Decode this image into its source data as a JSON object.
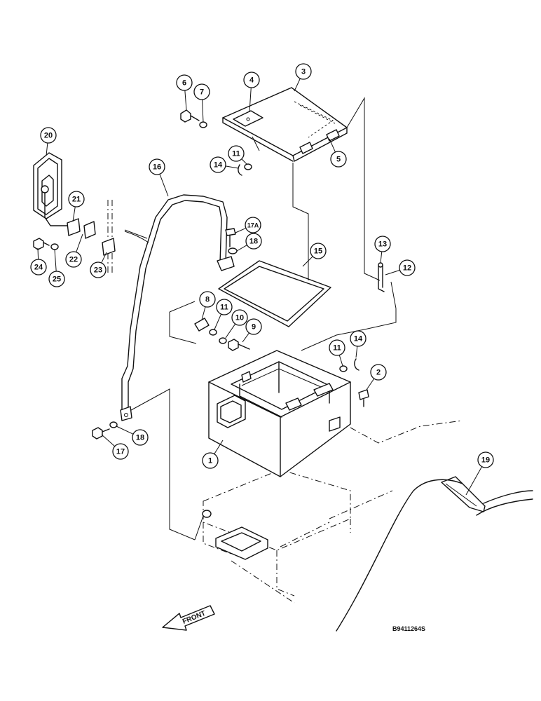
{
  "drawing_code": "B9411264S",
  "front_label": "FRONT",
  "callouts": [
    {
      "id": "c1",
      "label": "1"
    },
    {
      "id": "c2",
      "label": "2"
    },
    {
      "id": "c3",
      "label": "3"
    },
    {
      "id": "c4",
      "label": "4"
    },
    {
      "id": "c5",
      "label": "5"
    },
    {
      "id": "c6",
      "label": "6"
    },
    {
      "id": "c7",
      "label": "7"
    },
    {
      "id": "c8",
      "label": "8"
    },
    {
      "id": "c9",
      "label": "9"
    },
    {
      "id": "c10",
      "label": "10"
    },
    {
      "id": "c11a",
      "label": "11"
    },
    {
      "id": "c11b",
      "label": "11"
    },
    {
      "id": "c11c",
      "label": "11"
    },
    {
      "id": "c12",
      "label": "12"
    },
    {
      "id": "c13",
      "label": "13"
    },
    {
      "id": "c14a",
      "label": "14"
    },
    {
      "id": "c14b",
      "label": "14"
    },
    {
      "id": "c15",
      "label": "15"
    },
    {
      "id": "c16",
      "label": "16"
    },
    {
      "id": "c17",
      "label": "17"
    },
    {
      "id": "c17a",
      "label": "17A"
    },
    {
      "id": "c18a",
      "label": "18"
    },
    {
      "id": "c18b",
      "label": "18"
    },
    {
      "id": "c19",
      "label": "19"
    },
    {
      "id": "c20",
      "label": "20"
    },
    {
      "id": "c21",
      "label": "21"
    },
    {
      "id": "c22",
      "label": "22"
    },
    {
      "id": "c23",
      "label": "23"
    },
    {
      "id": "c24",
      "label": "24"
    },
    {
      "id": "c25",
      "label": "25"
    }
  ]
}
